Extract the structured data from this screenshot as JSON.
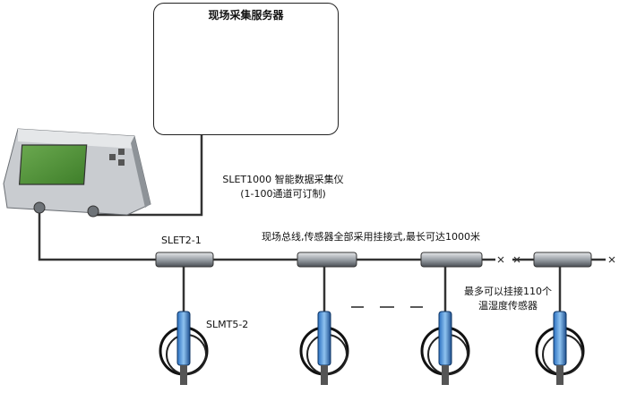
{
  "server": {
    "title": "现场采集服务器"
  },
  "collector": {
    "name": "SLET1000 智能数据采集仪",
    "channels": "(1-100通道可订制)"
  },
  "bus": {
    "description": "现场总线,传感器全部采用挂接式,最长可达1000米"
  },
  "junction": {
    "model": "SLET2-1"
  },
  "sensor": {
    "model": "SLMT5-2"
  },
  "capacity": {
    "line1": "最多可以挂接110个",
    "line2": "温湿度传感器"
  },
  "colors": {
    "bus_line": "#333333",
    "sensor_probe": "#2a6fc0",
    "device_screen": "#4f9a35"
  }
}
